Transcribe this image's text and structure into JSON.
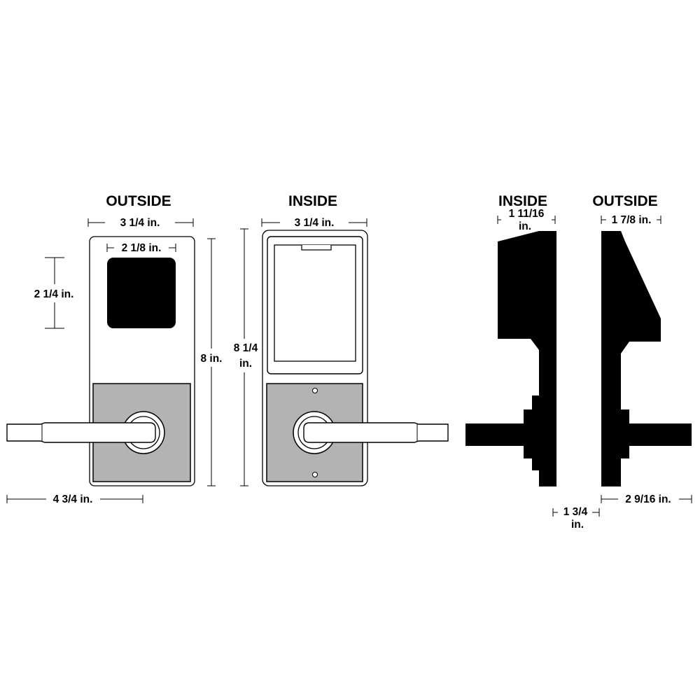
{
  "views": {
    "front_outside": {
      "title": "OUTSIDE",
      "width": "3 1/4 in.",
      "reader_width": "2 1/8 in.",
      "reader_height": "2 1/4 in.",
      "height": "8 in.",
      "lever_length": "4 3/4 in."
    },
    "front_inside": {
      "title": "INSIDE",
      "width": "3 1/4 in.",
      "height_line1": "8 1/4",
      "height_line2": "in."
    },
    "side_inside": {
      "title": "INSIDE",
      "depth_line1": "1 11/16",
      "depth_line2": "in.",
      "door_line1": "1 3/4",
      "door_line2": "in."
    },
    "side_outside": {
      "title": "OUTSIDE",
      "depth": "1 7/8 in.",
      "lever_depth": "2 9/16 in."
    }
  },
  "colors": {
    "plate": "#b3b3b3",
    "solid": "#000000",
    "outline": "#000000"
  }
}
